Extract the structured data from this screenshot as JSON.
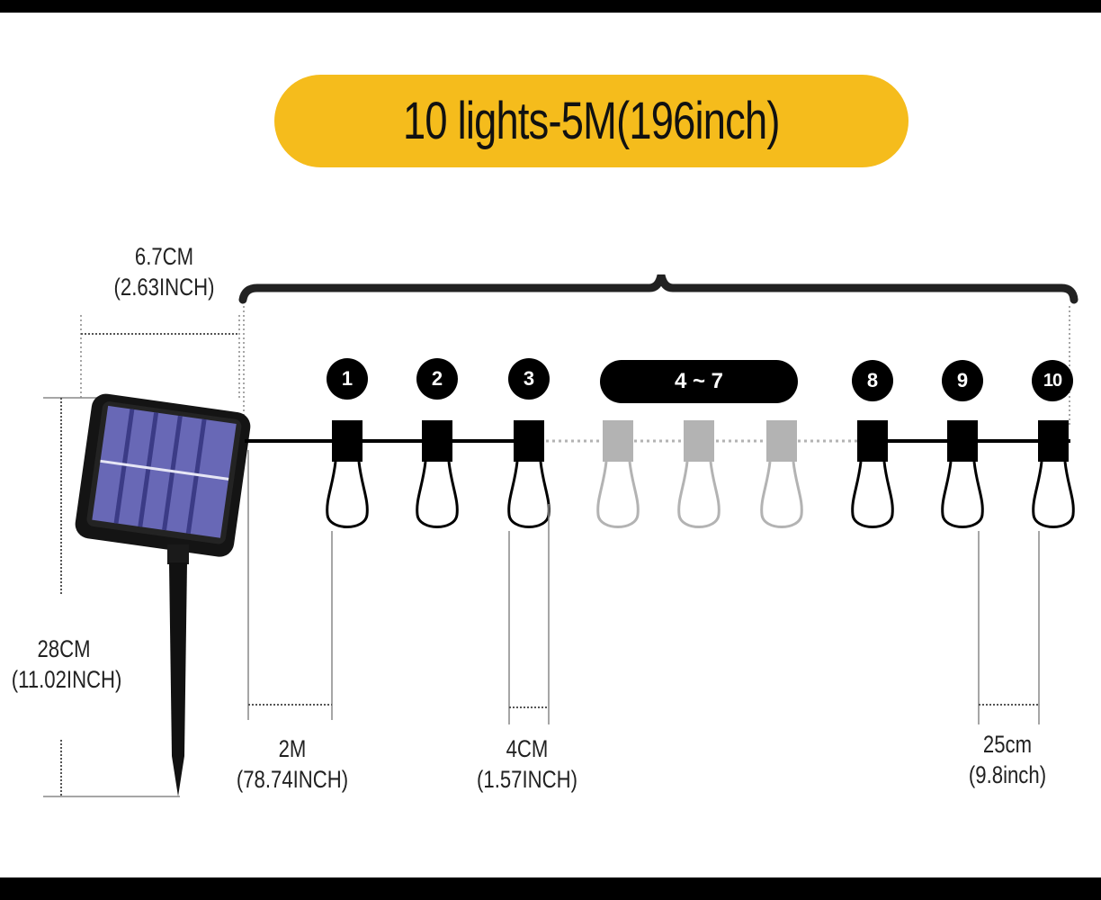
{
  "title": "10 lights-5M(196inch)",
  "panel_width": {
    "metric": "6.7CM",
    "imperial": "(2.63INCH)"
  },
  "total_height": {
    "metric": "28CM",
    "imperial": "(11.02INCH)"
  },
  "lead_cable": {
    "metric": "2M",
    "imperial": "(78.74INCH)"
  },
  "bulb_width": {
    "metric": "4CM",
    "imperial": "(1.57INCH)"
  },
  "bulb_spacing": {
    "metric": "25cm",
    "imperial": "(9.8inch)"
  },
  "bulb_numbers": [
    "1",
    "2",
    "3",
    "8",
    "9",
    "10"
  ],
  "hidden_range": "4 ~ 7",
  "colors": {
    "accent": "#f5bc1c",
    "ink": "#000000",
    "faded": "#b3b3b3",
    "panel": "#6a6ab8"
  }
}
